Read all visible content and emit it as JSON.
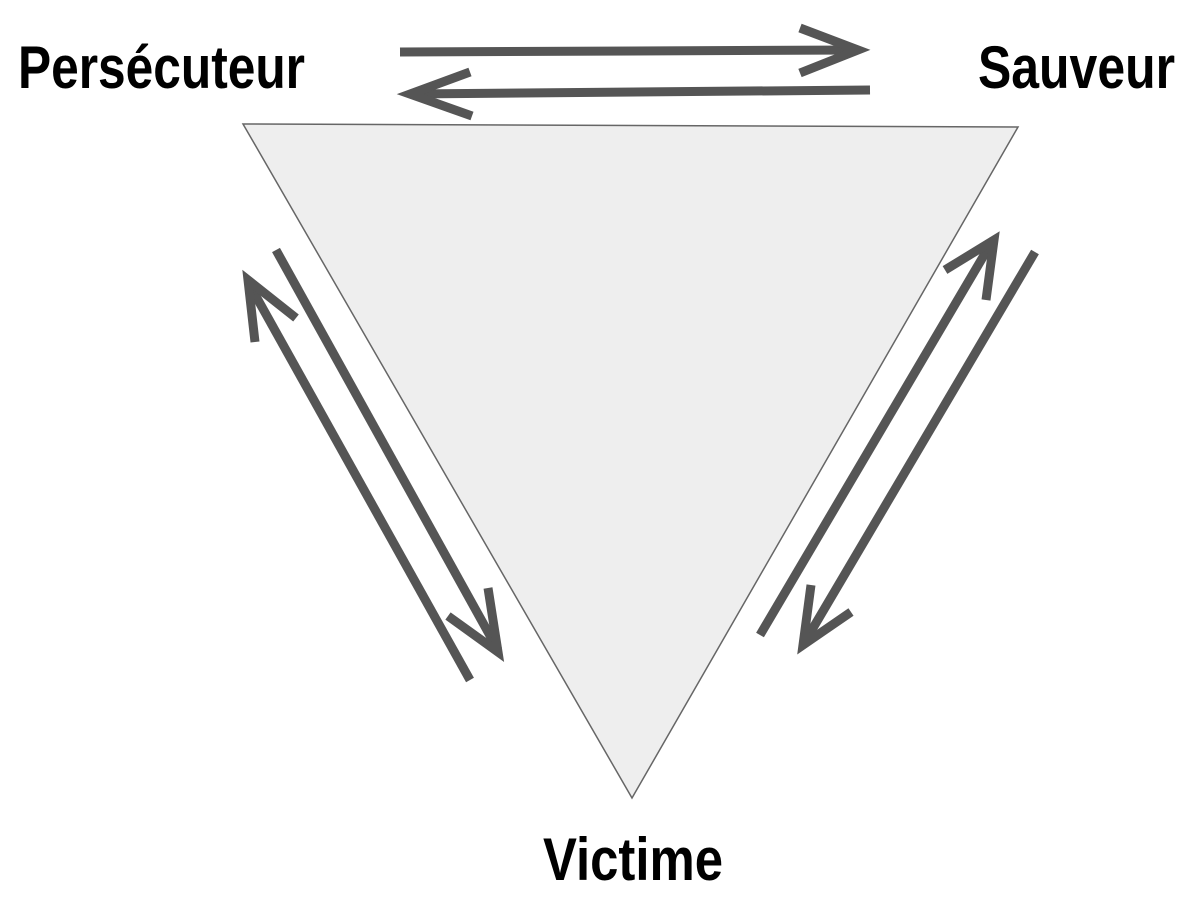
{
  "diagram": {
    "roles": {
      "persecutor": "Persécuteur",
      "rescuer": "Sauveur",
      "victim": "Victime"
    },
    "edges": [
      {
        "from": "Persécuteur",
        "to": "Sauveur"
      },
      {
        "from": "Sauveur",
        "to": "Persécuteur"
      },
      {
        "from": "Persécuteur",
        "to": "Victime"
      },
      {
        "from": "Victime",
        "to": "Persécuteur"
      },
      {
        "from": "Victime",
        "to": "Sauveur"
      },
      {
        "from": "Sauveur",
        "to": "Victime"
      }
    ],
    "colors": {
      "triangle_fill": "#eeeeee",
      "triangle_stroke": "#666666",
      "arrow": "#555555",
      "text": "#000000"
    }
  }
}
